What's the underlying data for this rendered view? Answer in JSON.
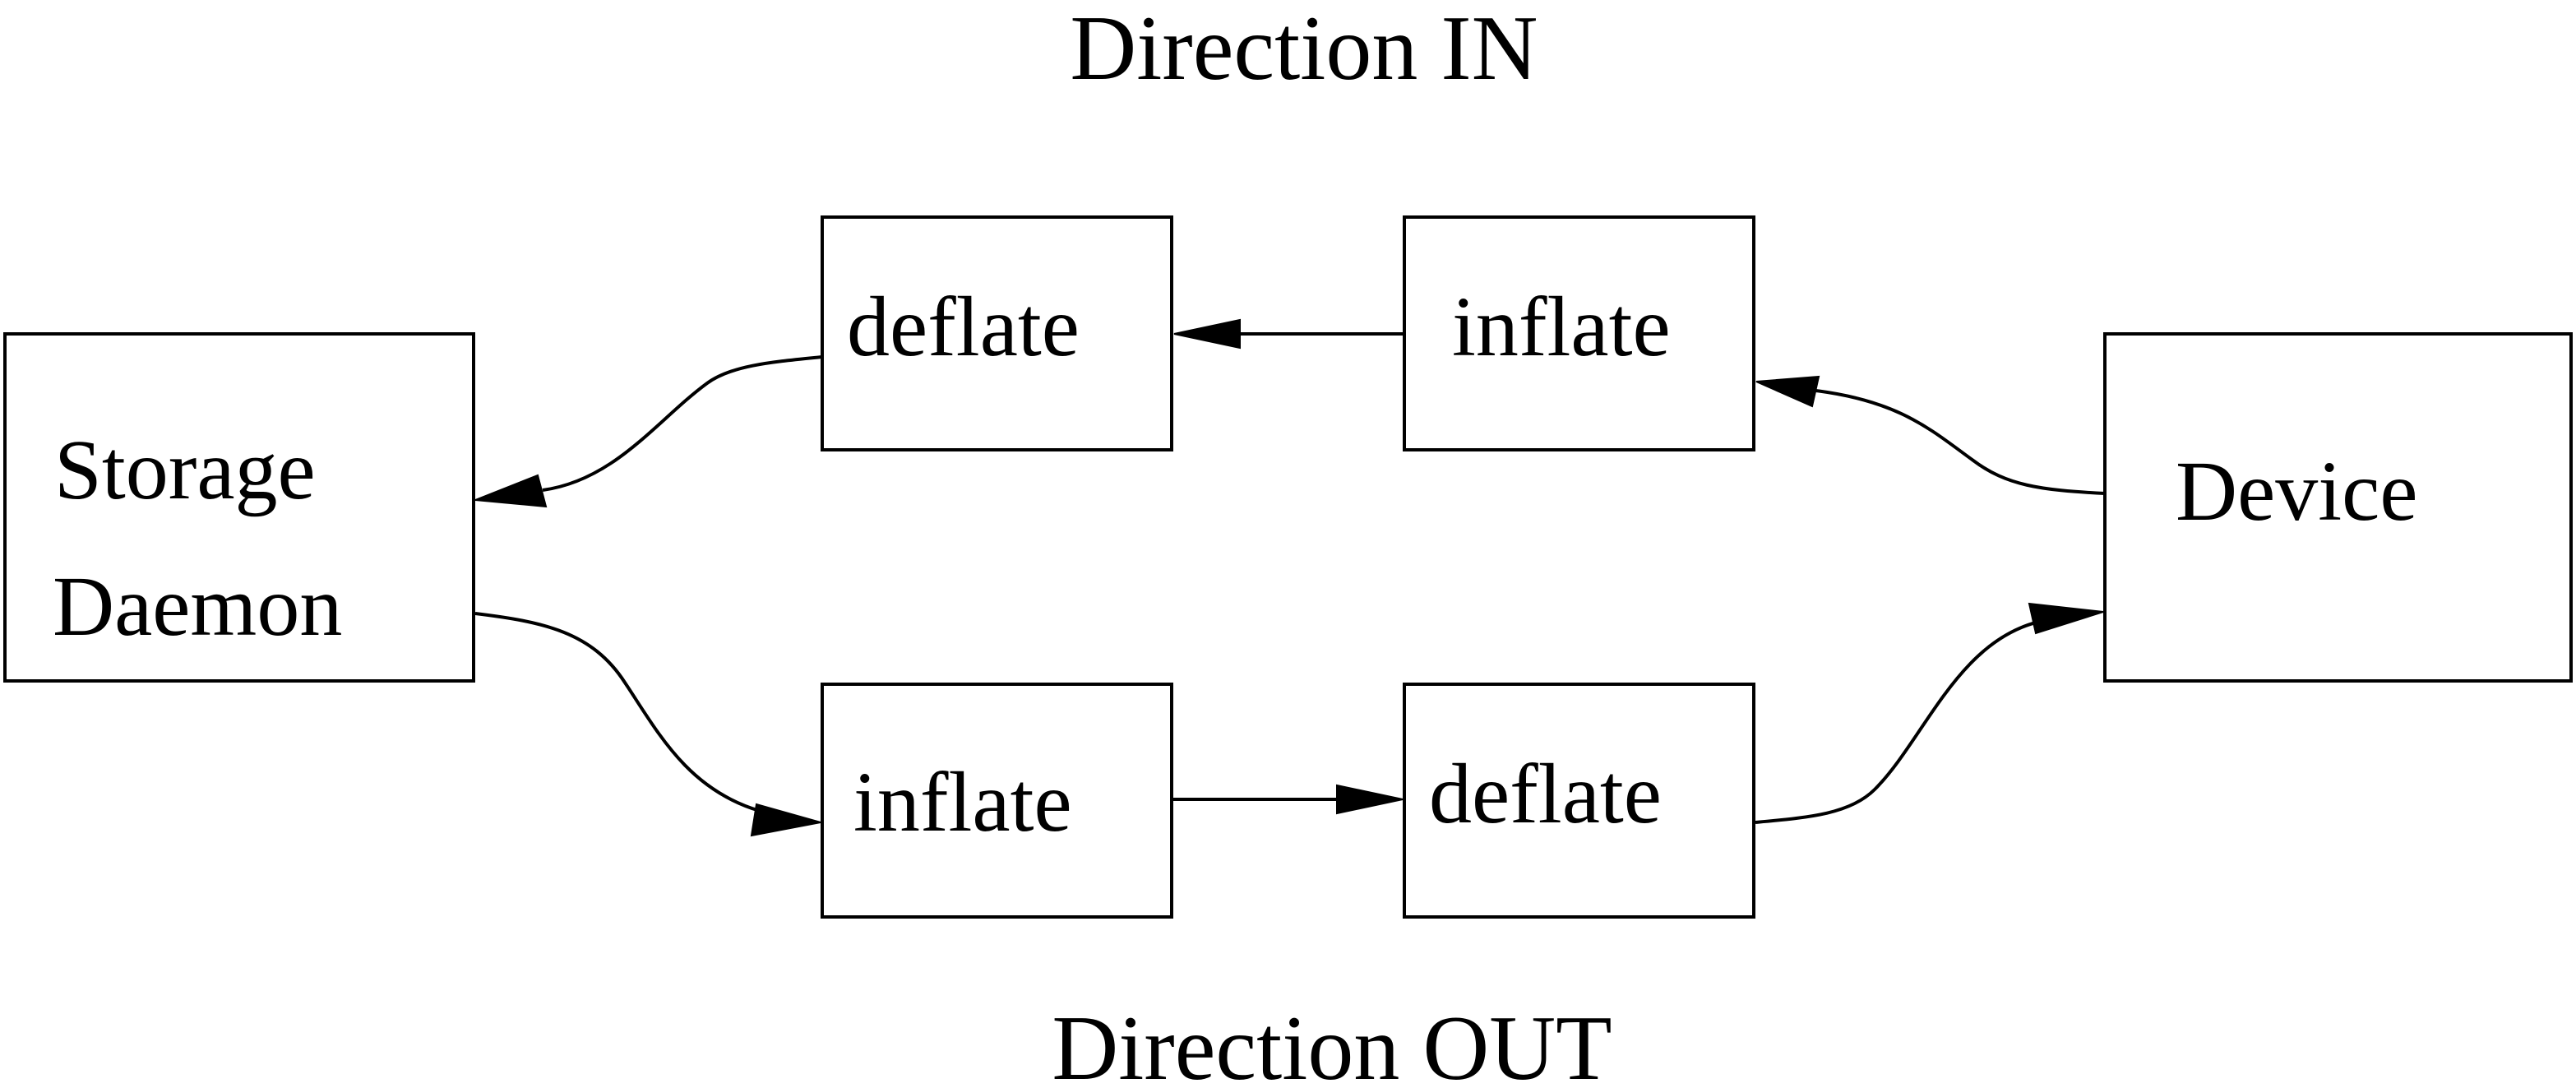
{
  "titles": {
    "top": "Direction IN",
    "bottom": "Direction OUT"
  },
  "nodes": {
    "storage_daemon": {
      "line1": "Storage",
      "line2": "Daemon"
    },
    "device": {
      "label": "Device"
    },
    "in_deflate": {
      "label": "deflate"
    },
    "in_inflate": {
      "label": "inflate"
    },
    "out_inflate": {
      "label": "inflate"
    },
    "out_deflate": {
      "label": "deflate"
    }
  },
  "edges": [
    {
      "from": "device",
      "to": "in_inflate",
      "direction": "in"
    },
    {
      "from": "in_inflate",
      "to": "in_deflate",
      "direction": "in"
    },
    {
      "from": "in_deflate",
      "to": "storage_daemon",
      "direction": "in"
    },
    {
      "from": "storage_daemon",
      "to": "out_inflate",
      "direction": "out"
    },
    {
      "from": "out_inflate",
      "to": "out_deflate",
      "direction": "out"
    },
    {
      "from": "out_deflate",
      "to": "device",
      "direction": "out"
    }
  ],
  "colors": {
    "stroke": "#000000",
    "background": "#ffffff"
  }
}
